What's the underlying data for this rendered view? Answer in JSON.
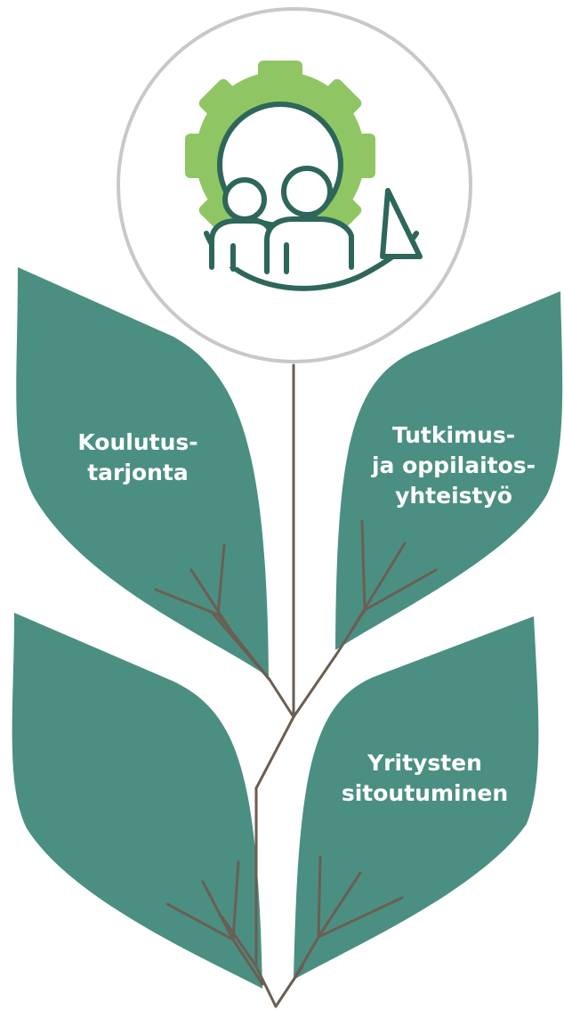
{
  "colors": {
    "leaf": "#4b8f82",
    "stem": "#6b5e52",
    "gear": "#8fc663",
    "icon_stroke": "#2e665b",
    "circle_border": "#c8c8c8"
  },
  "icon": "gear-people-cycle-icon",
  "leaves": [
    {
      "id": "top-left",
      "lines": [
        "Koulutus-",
        "tarjonta"
      ]
    },
    {
      "id": "top-right",
      "lines": [
        "Tutkimus-",
        "ja oppilaitos-",
        "yhteistyö"
      ]
    },
    {
      "id": "bottom-right",
      "lines": [
        "Yritysten",
        "sitoutuminen"
      ]
    },
    {
      "id": "bottom-left",
      "lines": []
    }
  ]
}
